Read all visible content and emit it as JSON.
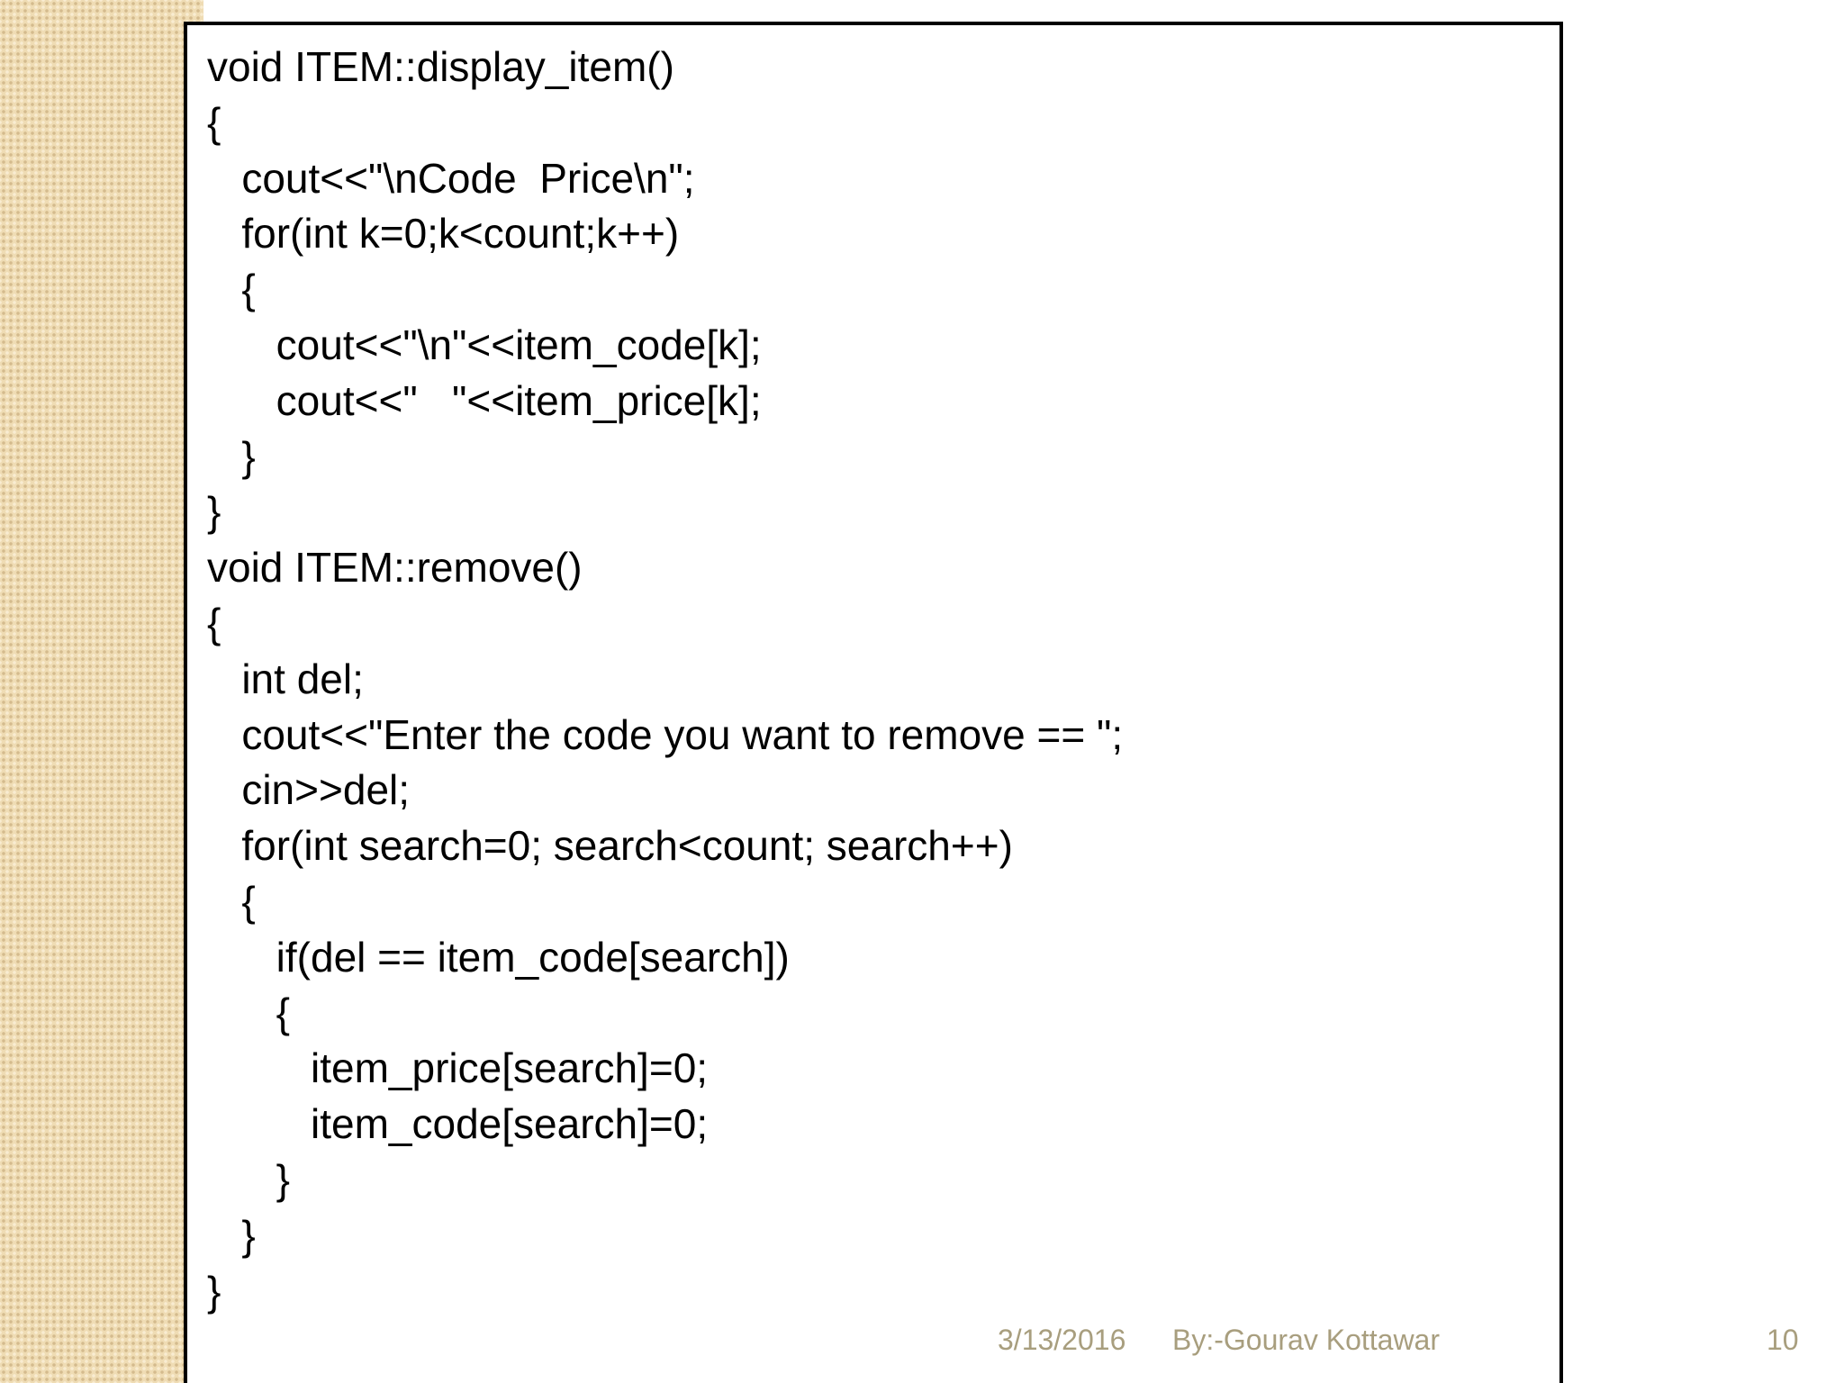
{
  "code": {
    "lines": [
      "void ITEM::display_item()",
      "{",
      "   cout<<\"\\nCode  Price\\n\";",
      "   for(int k=0;k<count;k++)",
      "   {",
      "      cout<<\"\\n\"<<item_code[k];",
      "      cout<<\"   \"<<item_price[k];",
      "   }",
      "}",
      "void ITEM::remove()",
      "{",
      "   int del;",
      "   cout<<\"Enter the code you want to remove == \";",
      "   cin>>del;",
      "   for(int search=0; search<count; search++)",
      "   {",
      "      if(del == item_code[search])",
      "      {",
      "         item_price[search]=0;",
      "         item_code[search]=0;",
      "      }",
      "   }",
      "}"
    ]
  },
  "footer": {
    "date": "3/13/2016",
    "author": "By:-Gourav Kottawar",
    "page_number": "10"
  },
  "colors": {
    "footer_text": "#a89e7e",
    "band": "#efdcb4",
    "border": "#000000"
  }
}
